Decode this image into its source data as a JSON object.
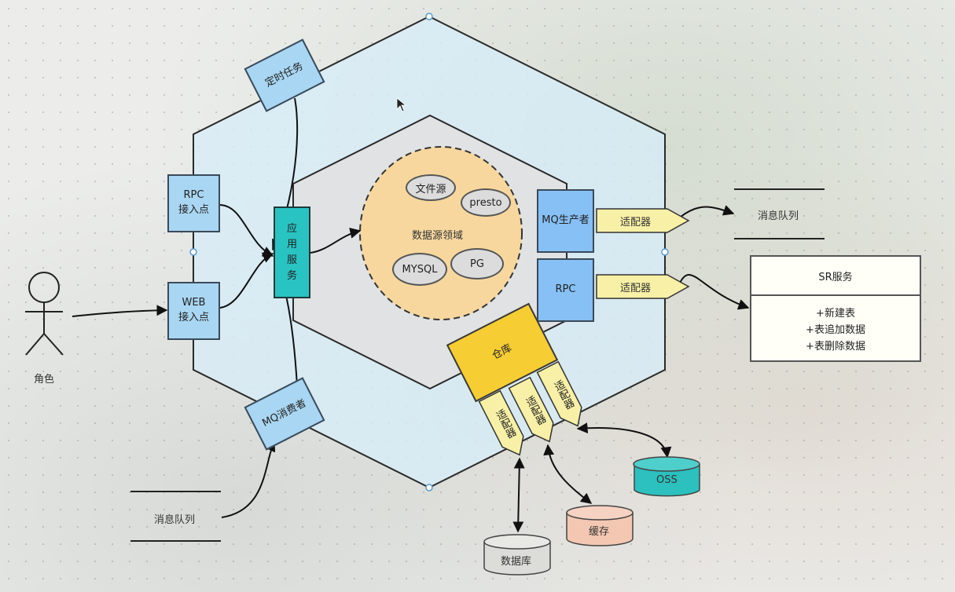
{
  "diagram": {
    "actor": {
      "label": "角色"
    },
    "outer_ring": {
      "scheduled_task": "定时任务",
      "rpc_entry": "RPC\n接入点",
      "web_entry": "WEB\n接入点",
      "mq_consumer": "MQ消费者"
    },
    "app_service": {
      "chars": [
        "应",
        "用",
        "服",
        "务"
      ]
    },
    "domain": {
      "label": "数据源领域",
      "items": [
        "文件源",
        "presto",
        "MYSQL",
        "PG"
      ]
    },
    "right_ports": {
      "mq_producer": "MQ生产者",
      "rpc": "RPC"
    },
    "warehouse": {
      "label": "仓库"
    },
    "adapters": {
      "mq_adapter": "适配器",
      "rpc_adapter": "适配器",
      "bottom": [
        "适配器",
        "适配器",
        "适配器"
      ]
    },
    "message_queue_right": "消息队列",
    "message_queue_left": "消息队列",
    "sr_service": {
      "title": "SR服务",
      "ops": [
        "+新建表",
        "+表追加数据",
        "+表删除数据"
      ]
    },
    "storage": {
      "database": "数据库",
      "cache": "缓存",
      "oss": "OSS"
    },
    "colors": {
      "outer_hex": "#d7ecf7",
      "inner_hex": "#e1e1e1",
      "domain": "#f7d79e",
      "warehouse": "#f6cd33",
      "adapter": "#f8f0a6",
      "teal": "#29c3c1",
      "cache": "#f3c7b2",
      "oss": "#2cc0bf",
      "database": "#dcdcd8"
    }
  }
}
